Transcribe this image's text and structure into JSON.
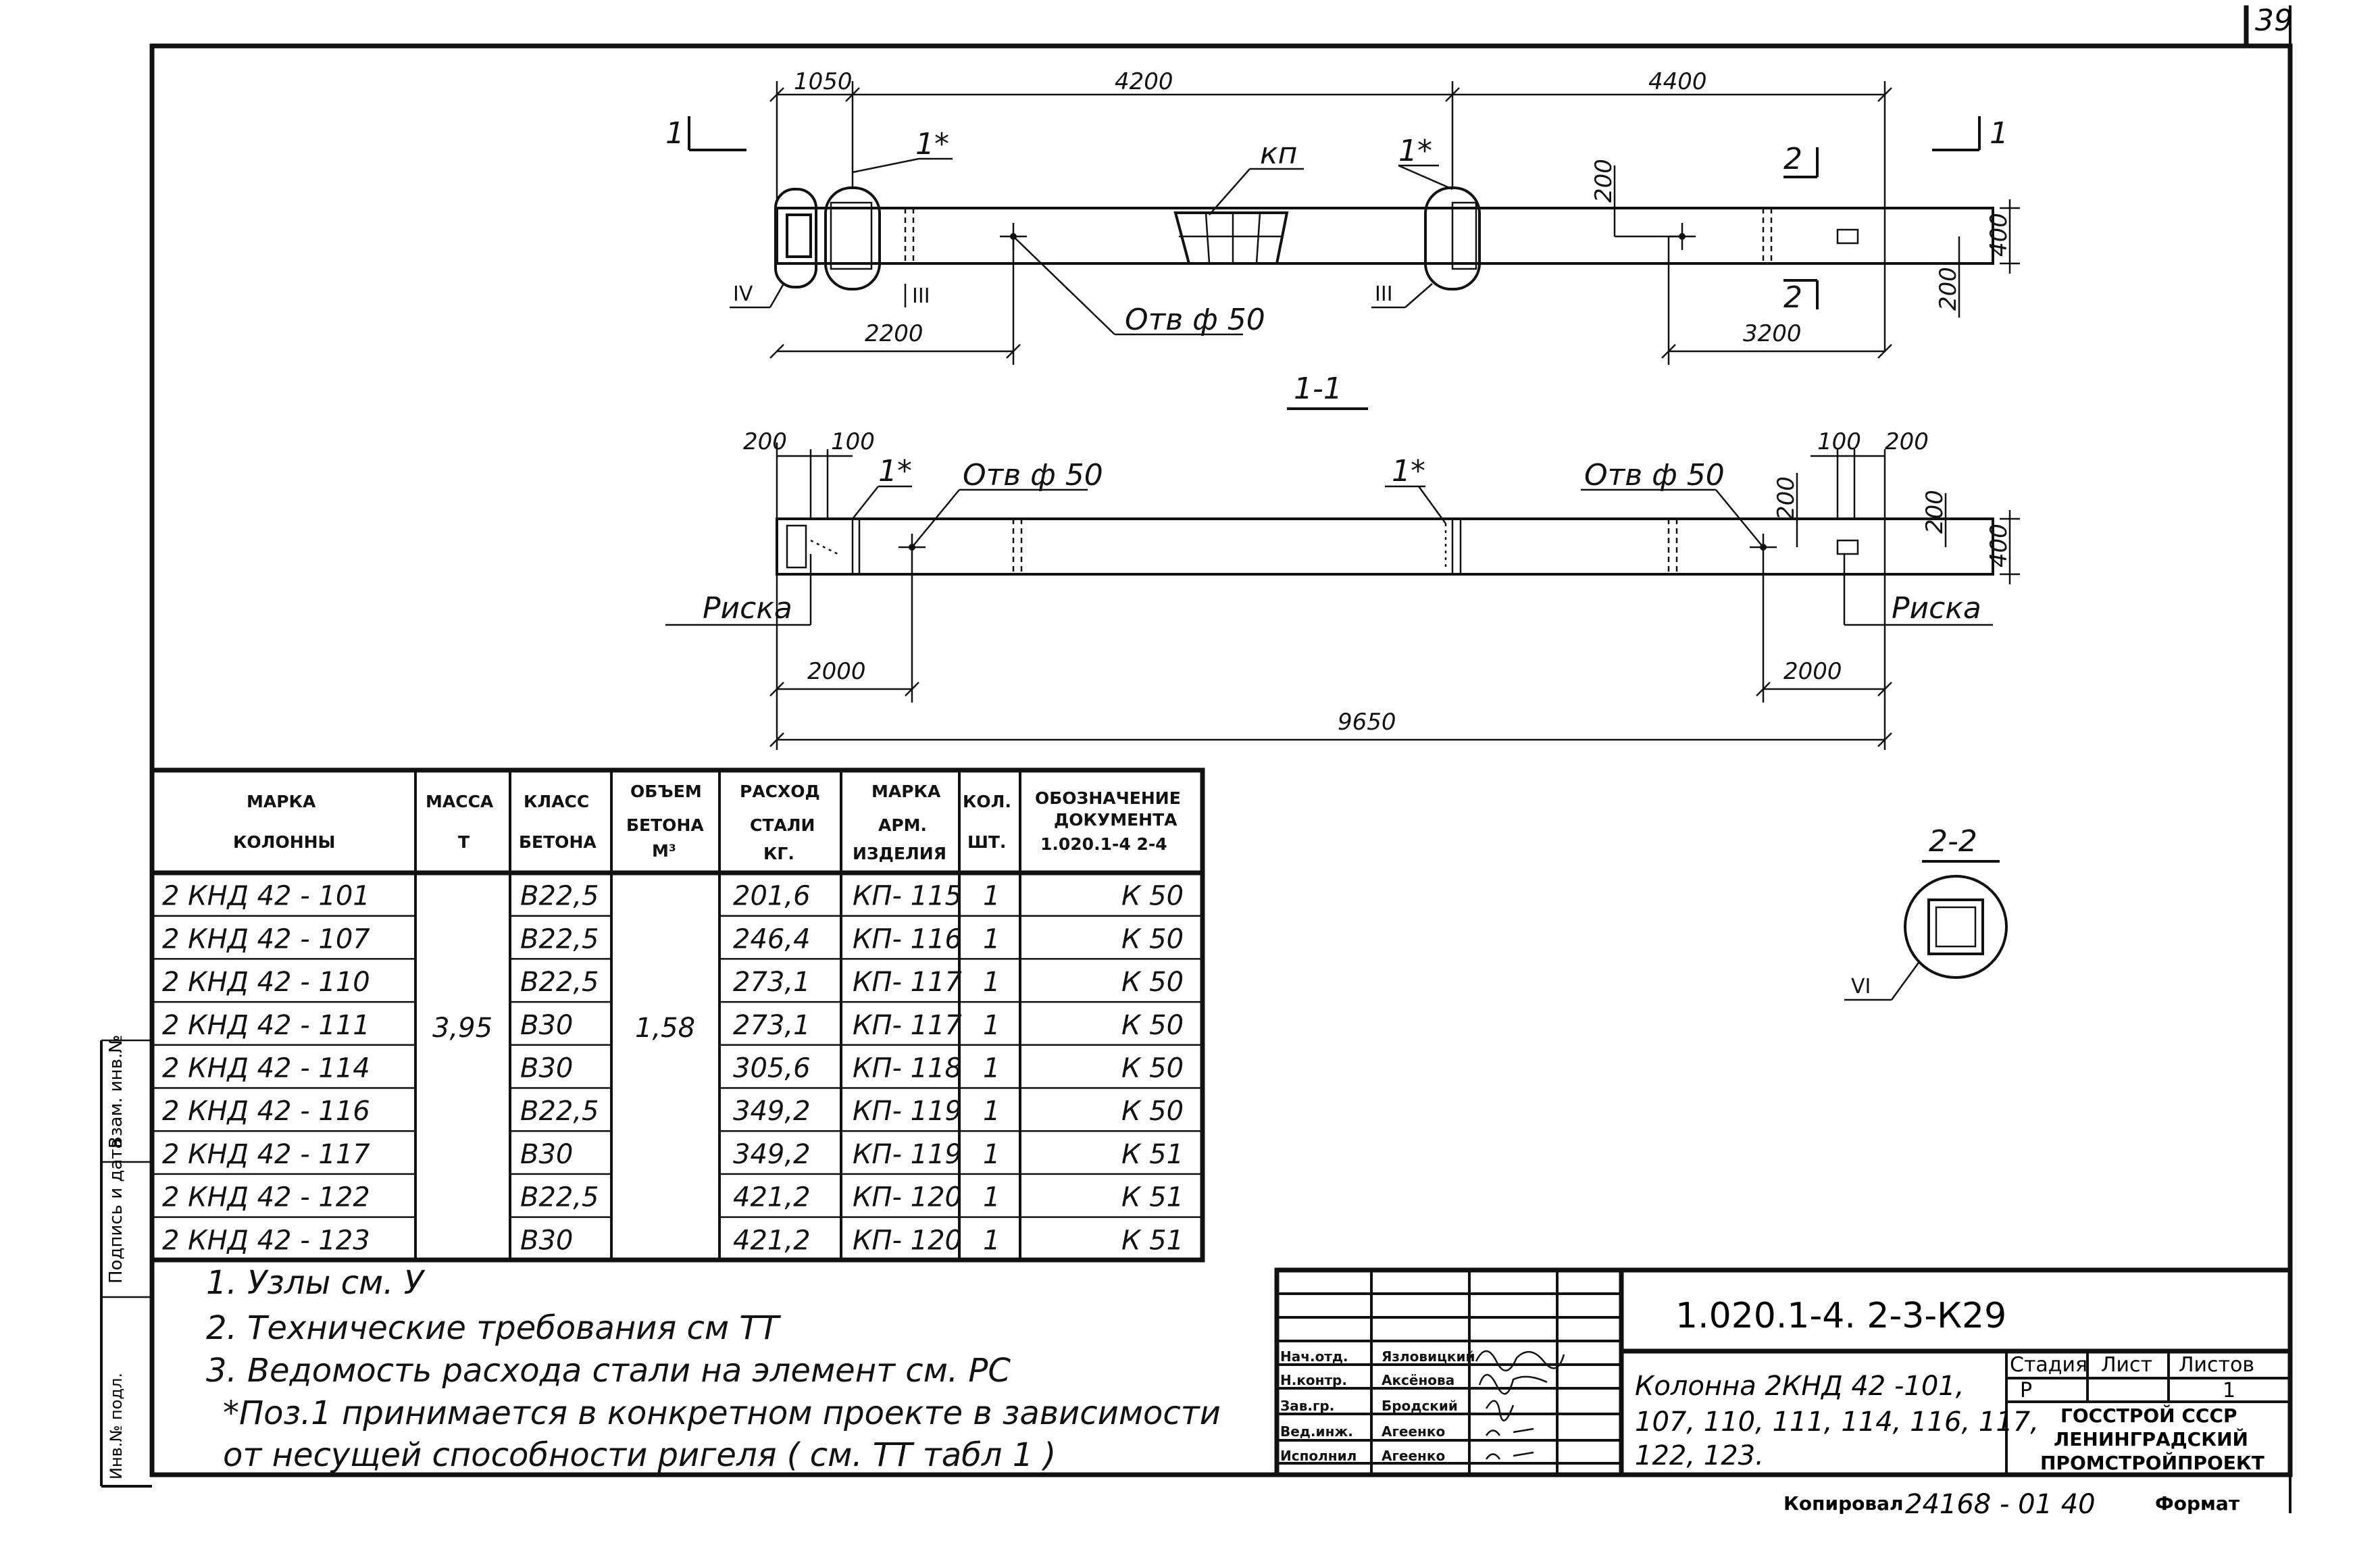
{
  "sheet": {
    "number": "39"
  },
  "view_top": {
    "section_mark": "1",
    "section_mark_right": "1",
    "dims_top": [
      "1050",
      "4200",
      "4400"
    ],
    "dims_bottom": [
      "2200",
      "3200"
    ],
    "dims_side": [
      "200",
      "400",
      "200"
    ],
    "callouts": {
      "node1a": "1*",
      "kp": "кп",
      "node1b": "1*",
      "hole": "Отв ф 50",
      "sec2": "2",
      "sec2b": "2"
    },
    "node_labels": [
      "IV",
      "III",
      "III"
    ]
  },
  "view_section": {
    "title": "1-1",
    "dims_top_left": [
      "200",
      "100"
    ],
    "dims_top_right": [
      "100",
      "200"
    ],
    "dims_side": [
      "200",
      "200",
      "400"
    ],
    "callouts": {
      "node1a": "1*",
      "hole_a": "Отв ф 50",
      "node1b": "1*",
      "hole_b": "Отв ф 50"
    },
    "risk_left": "Риска",
    "risk_right": "Риска",
    "dims_bottom": [
      "2000",
      "2000"
    ],
    "overall": "9650"
  },
  "section_2_2": {
    "title": "2-2",
    "node": "VI"
  },
  "table": {
    "headers": [
      [
        "МАРКА",
        "КОЛОННЫ"
      ],
      [
        "МАССА",
        "Т"
      ],
      [
        "КЛАСС",
        "БЕТОНА"
      ],
      [
        "ОБЪЕМ",
        "БЕТОНА",
        "М³"
      ],
      [
        "РАСХОД",
        "СТАЛИ",
        "КГ."
      ],
      [
        "МАРКА",
        "АРМ.",
        "ИЗДЕЛИЯ"
      ],
      [
        "КОЛ.",
        "ШТ."
      ],
      [
        "ОБОЗНАЧЕНИЕ",
        "ДОКУМЕНТА",
        "1.020.1-4  2-4"
      ]
    ],
    "mass": "3,95",
    "volume": "1,58",
    "rows": [
      {
        "mark": "2 КНД 42 -  101",
        "concrete": "B22,5",
        "steel": "201,6",
        "arm": "КП- 115",
        "qty": "1",
        "doc": "К 50"
      },
      {
        "mark": "2 КНД 42 -  107",
        "concrete": "B22,5",
        "steel": "246,4",
        "arm": "КП- 116",
        "qty": "1",
        "doc": "К 50"
      },
      {
        "mark": "2 КНД 42 -  110",
        "concrete": "B22,5",
        "steel": "273,1",
        "arm": "КП- 117",
        "qty": "1",
        "doc": "К 50"
      },
      {
        "mark": "2 КНД 42 -  111",
        "concrete": "B30",
        "steel": "273,1",
        "arm": "КП- 117",
        "qty": "1",
        "doc": "К 50"
      },
      {
        "mark": "2 КНД 42 -  114",
        "concrete": "B30",
        "steel": "305,6",
        "arm": "КП- 118",
        "qty": "1",
        "doc": "К 50"
      },
      {
        "mark": "2 КНД 42 -  116",
        "concrete": "B22,5",
        "steel": "349,2",
        "arm": "КП- 119",
        "qty": "1",
        "doc": "К 50"
      },
      {
        "mark": "2 КНД 42 -  117",
        "concrete": "B30",
        "steel": "349,2",
        "arm": "КП- 119",
        "qty": "1",
        "doc": "К 51"
      },
      {
        "mark": "2 КНД 42 -  122",
        "concrete": "B22,5",
        "steel": "421,2",
        "arm": "КП- 120",
        "qty": "1",
        "doc": "К 51"
      },
      {
        "mark": "2 КНД 42 -  123",
        "concrete": "B30",
        "steel": "421,2",
        "arm": "КП- 120",
        "qty": "1",
        "doc": "К 51"
      }
    ]
  },
  "notes": [
    "1. Узлы   см.  У",
    "2. Технические  требования   см  ТТ",
    "3. Ведомость расхода стали на элемент см. РС",
    "*Поз.1 принимается в конкретном проекте в зависимости",
    "от несущей способности ригеля ( см. ТТ табл  1   )"
  ],
  "title_block": {
    "code": "1.020.1-4.    2-3-К29",
    "roles": [
      "Нач.отд.",
      "Н.контр.",
      "Зав.гр.",
      "Вед.инж.",
      "Исполнил"
    ],
    "names": [
      "Язловицкий",
      "Аксёнова",
      "Бродский",
      "Агеенко",
      "Агеенко"
    ],
    "title": [
      "Колонна 2КНД 42 -101,",
      "107, 110, 111, 114, 116, 117,",
      "122, 123."
    ],
    "stage_h": "Стадия",
    "sheet_h": "Лист",
    "sheets_h": "Листов",
    "stage": "Р",
    "sheets": "1",
    "org": [
      "ГОССТРОЙ СССР",
      "ЛЕНИНГРАДСКИЙ",
      "ПРОМСТРОЙПРОЕКТ"
    ]
  },
  "footer": {
    "copied_label": "Копировал",
    "copied_value": "24168 - 01   40",
    "format_label": "Формат"
  },
  "margin_labels": [
    "Взам. инв.№",
    "Подпись и дата",
    "Инв.№ подл."
  ]
}
